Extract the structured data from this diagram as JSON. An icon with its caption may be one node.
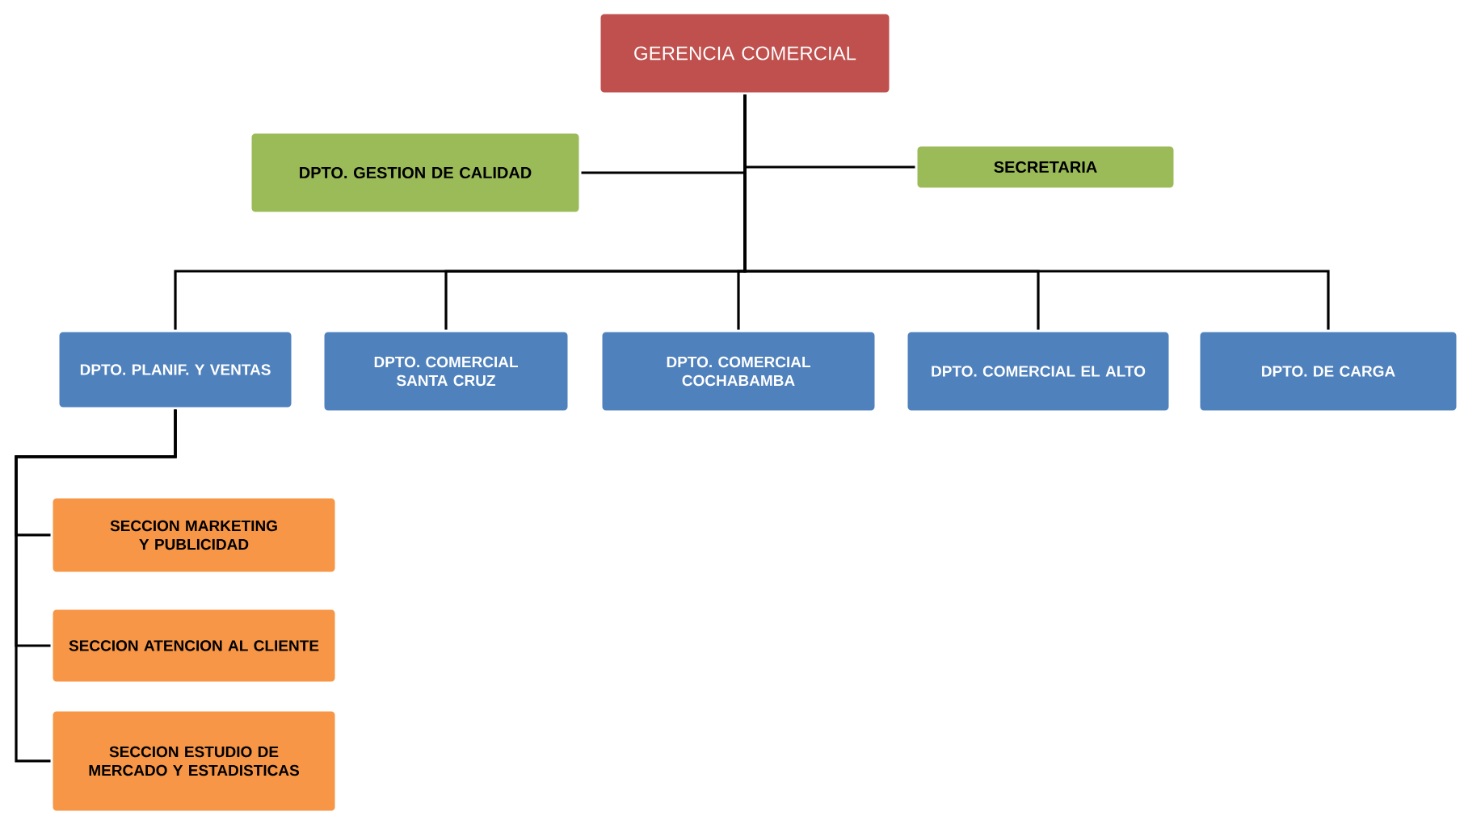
{
  "diagram": {
    "nodes": [
      {
        "text": [
          "GERENCIA COMERCIAL"
        ]
      },
      {
        "text": [
          "DPTO. GESTION DE CALIDAD"
        ]
      },
      {
        "text": [
          "SECRETARIA"
        ]
      },
      {
        "text": [
          "DPTO. PLANIF. Y VENTAS"
        ]
      },
      {
        "text": [
          "DPTO. COMERCIAL SANTA CRUZ"
        ]
      },
      {
        "text": [
          "DPTO. COMERCIAL COCHABAMBA"
        ]
      },
      {
        "text": [
          "DPTO. COMERCIAL EL ALTO"
        ]
      },
      {
        "text": [
          "DPTO.  DE CARGA"
        ]
      },
      {
        "text": [
          "SECCION MARKETING Y PUBLICIDAD"
        ]
      },
      {
        "text": [
          "SECCION ATENCION AL CLIENTE"
        ]
      },
      {
        "text": [
          "SECCION ESTUDIO DE MERCADO Y ESTADISTICAS"
        ]
      }
    ],
    "edges": [
      {
        "from": 0,
        "to": 1,
        "arrow": "none"
      },
      {
        "from": 0,
        "to": 2,
        "arrow": "none"
      },
      {
        "from": 0,
        "to": 3,
        "arrow": "none"
      },
      {
        "from": 0,
        "to": 4,
        "arrow": "none"
      },
      {
        "from": 0,
        "to": 5,
        "arrow": "none"
      },
      {
        "from": 0,
        "to": 6,
        "arrow": "none"
      },
      {
        "from": 0,
        "to": 7,
        "arrow": "none"
      },
      {
        "from": 3,
        "to": 8,
        "arrow": "none"
      },
      {
        "from": 3,
        "to": 9,
        "arrow": "none"
      },
      {
        "from": 3,
        "to": 10,
        "arrow": "none"
      }
    ]
  }
}
